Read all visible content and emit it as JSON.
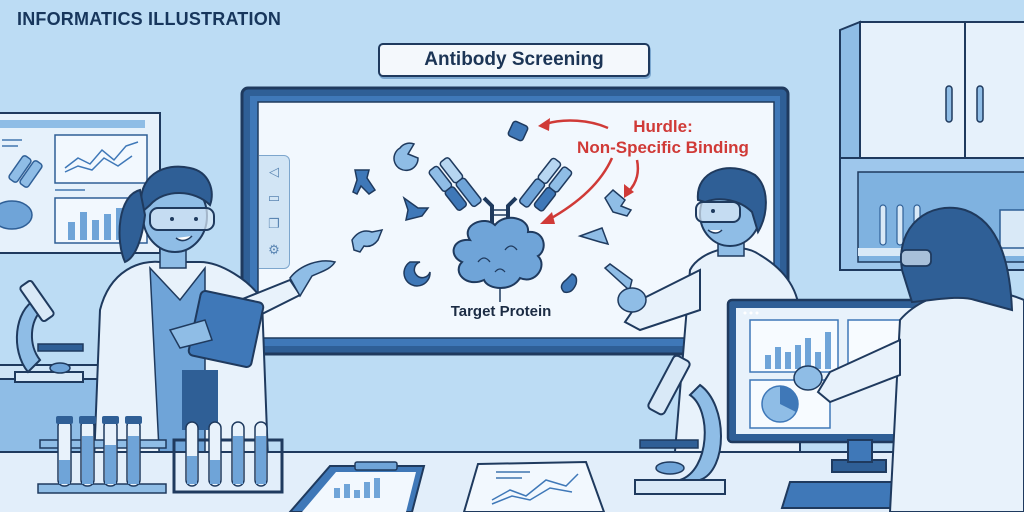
{
  "header": {
    "title": "INFORMATICS ILLUSTRATION"
  },
  "banner": {
    "label": "Antibody Screening"
  },
  "screen": {
    "annotation": {
      "line1": "Hurdle:",
      "line2": "Non-Specific Binding",
      "color": "#d03a37"
    },
    "target_label": "Target Protein",
    "toolbar": {
      "items": [
        {
          "icon": "back-triangle-icon",
          "glyph": "◁"
        },
        {
          "icon": "monitor-icon",
          "glyph": "▭"
        },
        {
          "icon": "copy-windows-icon",
          "glyph": "❐"
        },
        {
          "icon": "settings-gear-icon",
          "glyph": "⚙"
        }
      ]
    }
  },
  "colors": {
    "background": "#bcdcf4",
    "outline": "#1f3a5e",
    "primary_blue": "#3f78b8",
    "light_blue": "#8fbde6",
    "pale_blue": "#e8f2fb",
    "accent_red": "#d03a37"
  }
}
